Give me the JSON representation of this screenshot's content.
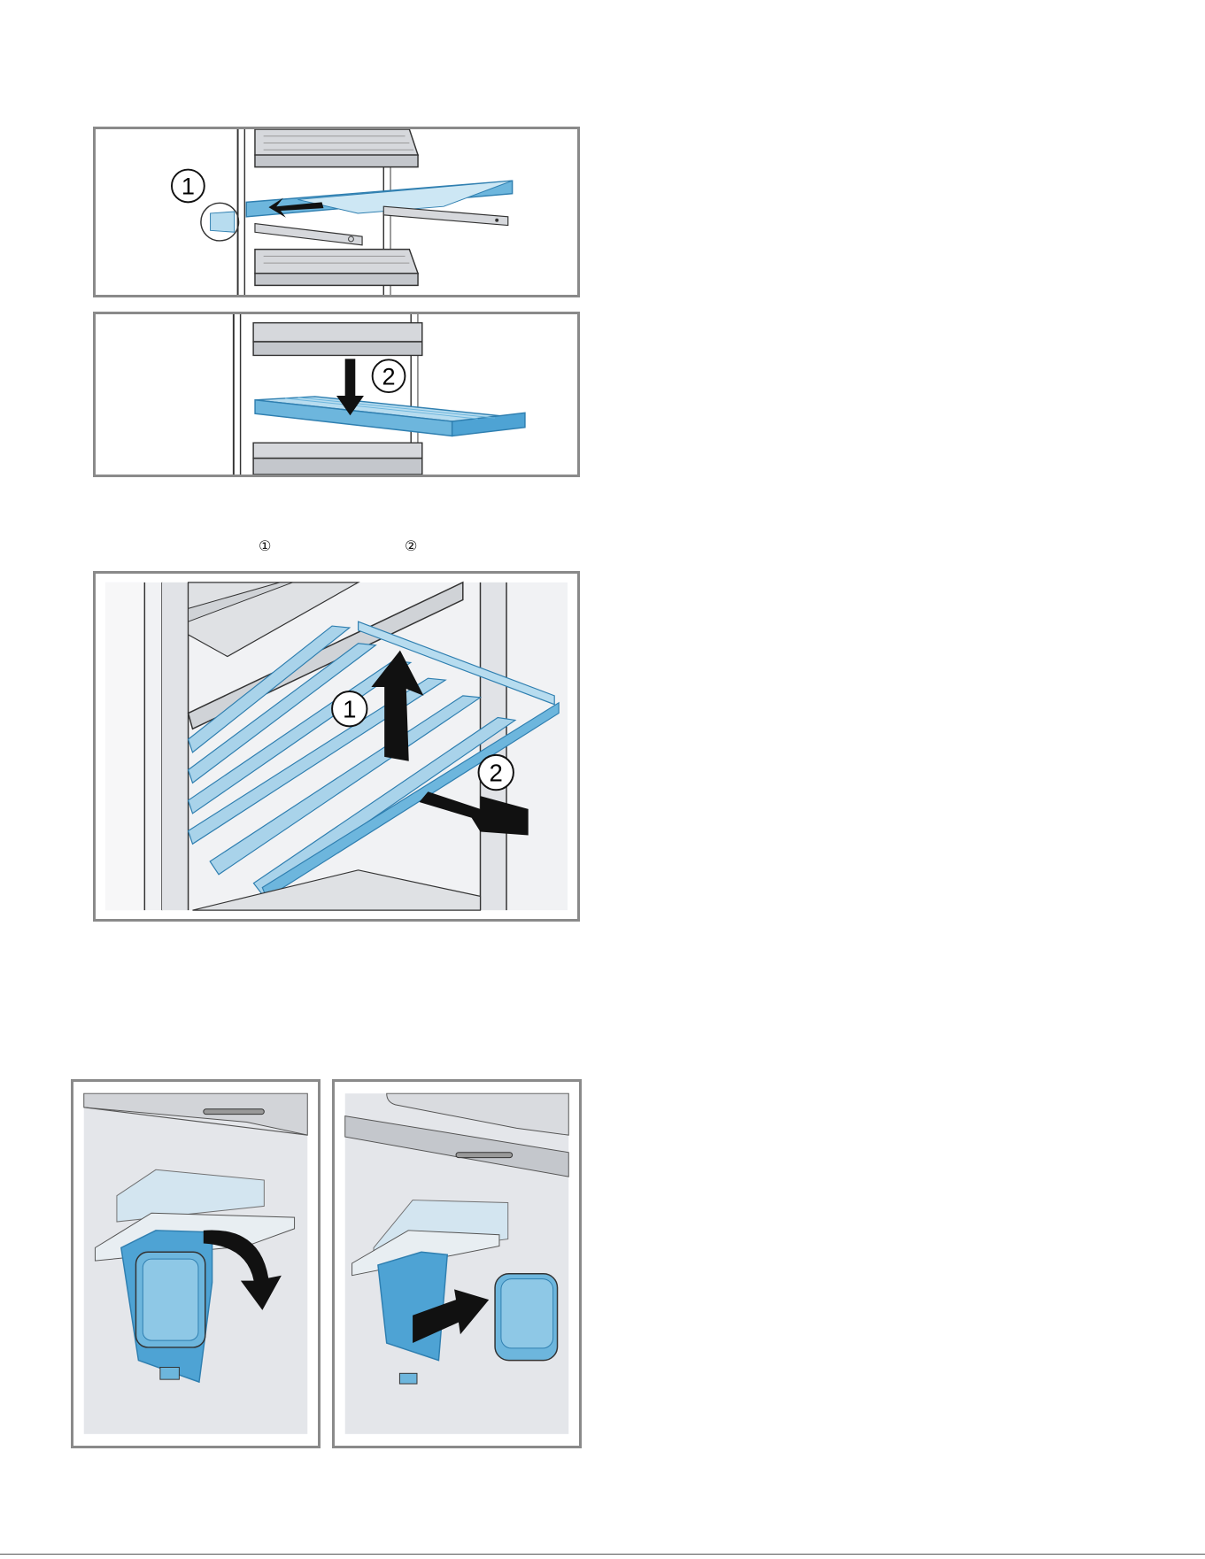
{
  "figures": {
    "fig1": {
      "callout": "1"
    },
    "fig2": {
      "callout": "2"
    },
    "fig3": {
      "callouts": [
        "1",
        "2"
      ]
    },
    "fig4": {},
    "fig5": {}
  },
  "step_markers": [
    "①",
    "②"
  ],
  "colors": {
    "frame": "#8a8a8a",
    "blue_part": "#6db6dd",
    "blue_edge": "#2f7fb0",
    "gray_shelf": "#cfd2d6",
    "panel_bg": "#e4e6ea",
    "arrow": "#111111"
  }
}
